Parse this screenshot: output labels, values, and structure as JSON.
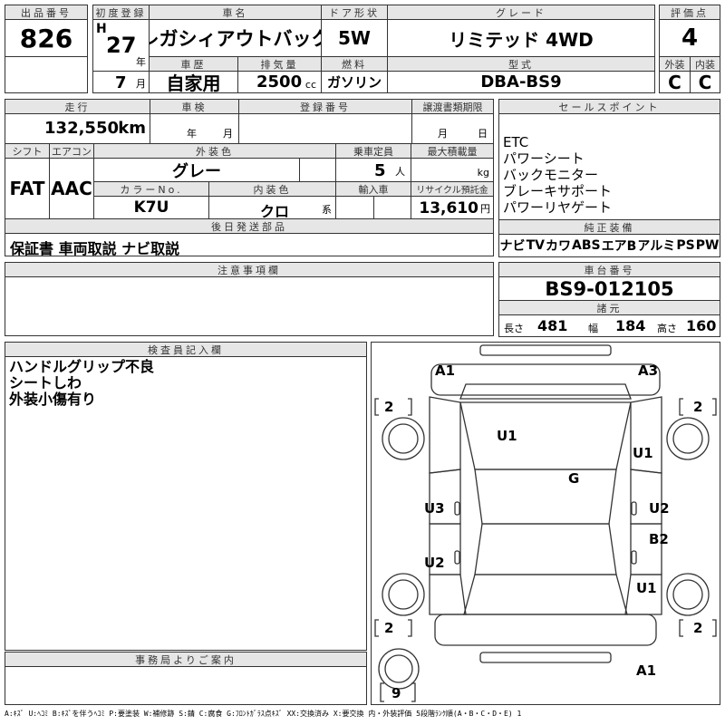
{
  "header": {
    "lot_no_label": "出品番号",
    "lot_no": "826",
    "first_reg_label": "初度登録",
    "era": "H",
    "year": "27",
    "year_unit": "年",
    "month": "7",
    "month_unit": "月",
    "car_name_label": "車名",
    "car_name": "レガシィアウトバック",
    "doors_label": "ドア形状",
    "doors": "5W",
    "grade_label": "グレード",
    "grade": "リミテッド 4WD",
    "score_label": "評価点",
    "score": "4",
    "history_label": "車歴",
    "history": "自家用",
    "displacement_label": "排気量",
    "displacement": "2500",
    "displacement_unit": "cc",
    "fuel_label": "燃料",
    "fuel": "ガソリン",
    "model_label": "型式",
    "model": "DBA-BS9",
    "exterior_label": "外装",
    "exterior": "C",
    "interior_label": "内装",
    "interior": "C"
  },
  "row2": {
    "mileage_label": "走行",
    "mileage": "132,550",
    "mileage_unit": "km",
    "inspection_label": "車検",
    "insp_year_unit": "年",
    "insp_month_unit": "月",
    "reg_no_label": "登録番号",
    "transfer_label": "譲渡書類期限",
    "transfer_month_unit": "月",
    "transfer_day_unit": "日",
    "shift_label": "シフト",
    "shift": "FAT",
    "ac_label": "エアコン",
    "ac": "AAC",
    "color_label": "外装色",
    "color": "グレー",
    "capacity_label": "乗車定員",
    "capacity": "5",
    "capacity_unit": "人",
    "load_label": "最大積載量",
    "load_unit": "kg",
    "color_no_label": "カラーNo.",
    "color_no": "K7U",
    "int_color_label": "内装色",
    "int_color": "クロ",
    "int_color_unit": "系",
    "import_label": "輸入車",
    "recycle_label": "リサイクル預託金",
    "recycle": "13,610",
    "recycle_unit": "円",
    "later_label": "後日発送部品",
    "later": "保証書 車両取説 ナビ取説"
  },
  "sales": {
    "label": "セールスポイント",
    "points": "ETC\nパワーシート\nバックモニター\nブレーキサポート\nパワーリヤゲート"
  },
  "equipment": {
    "label": "純正装備",
    "items": [
      "ナビ",
      "TV",
      "カワ",
      "ABS",
      "エアB",
      "アルミ",
      "PS",
      "PW"
    ]
  },
  "notes": {
    "label": "注意事項欄",
    "text": ""
  },
  "chassis": {
    "label": "車台番号",
    "number": "BS9-012105",
    "dims_label": "諸元",
    "length_label": "長さ",
    "length": "481",
    "width_label": "幅",
    "width": "184",
    "height_label": "高さ",
    "height": "160"
  },
  "inspector": {
    "label": "検査員記入欄",
    "text": "ハンドルグリップ不良\nシートしわ\n外装小傷有り"
  },
  "office": {
    "label": "事務局よりご案内",
    "text": ""
  },
  "diagram": {
    "marks": [
      "A1",
      "A3",
      "U1",
      "U1",
      "G",
      "U3",
      "U2",
      "U2",
      "B2",
      "U1",
      "A1"
    ],
    "tire_marks": [
      "2",
      "2",
      "2",
      "2",
      "9"
    ]
  },
  "legend": "A:ｷｽﾞ U:ﾍｺﾐ B:ｷｽﾞを伴うﾍｺﾐ P:要塗装 W:補修跡 S:錆 C:腐食 G:ﾌﾛﾝﾄｶﾞﾗｽ点ｷｽﾞ XX:交換済み X:要交換 内・外装評価 5段階ﾗﾝｸ順(A・B・C・D・E) 1"
}
